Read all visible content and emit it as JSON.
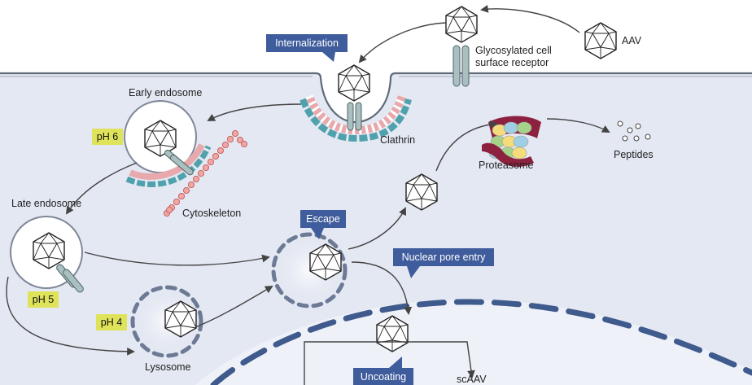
{
  "labels": {
    "aav": "AAV",
    "receptor": "Glycosylated cell surface receptor",
    "receptor_line1": "Glycosylated cell",
    "receptor_line2": "surface receptor",
    "early_endosome": "Early endosome",
    "late_endosome": "Late endosome",
    "lysosome": "Lysosome",
    "clathrin": "Clathrin",
    "cytoskeleton": "Cytoskeleton",
    "proteasome": "Proteasome",
    "peptides": "Peptides",
    "scaav": "scAAV"
  },
  "tags": {
    "internalization": "Internalization",
    "escape": "Escape",
    "nuclear_pore_entry": "Nuclear pore entry",
    "uncoating": "Uncoating"
  },
  "ph": {
    "ph6": "pH 6",
    "ph5": "pH 5",
    "ph4": "pH 4"
  },
  "colors": {
    "cytoplasm": "#e4e8f2",
    "nucleus": "#eef1f8",
    "tag_blue": "#3f5c9c",
    "ph_yellow": "#dfe35a",
    "clathrin_teal": "#4fa2ad",
    "receptor_grey": "#a9bfc0"
  }
}
